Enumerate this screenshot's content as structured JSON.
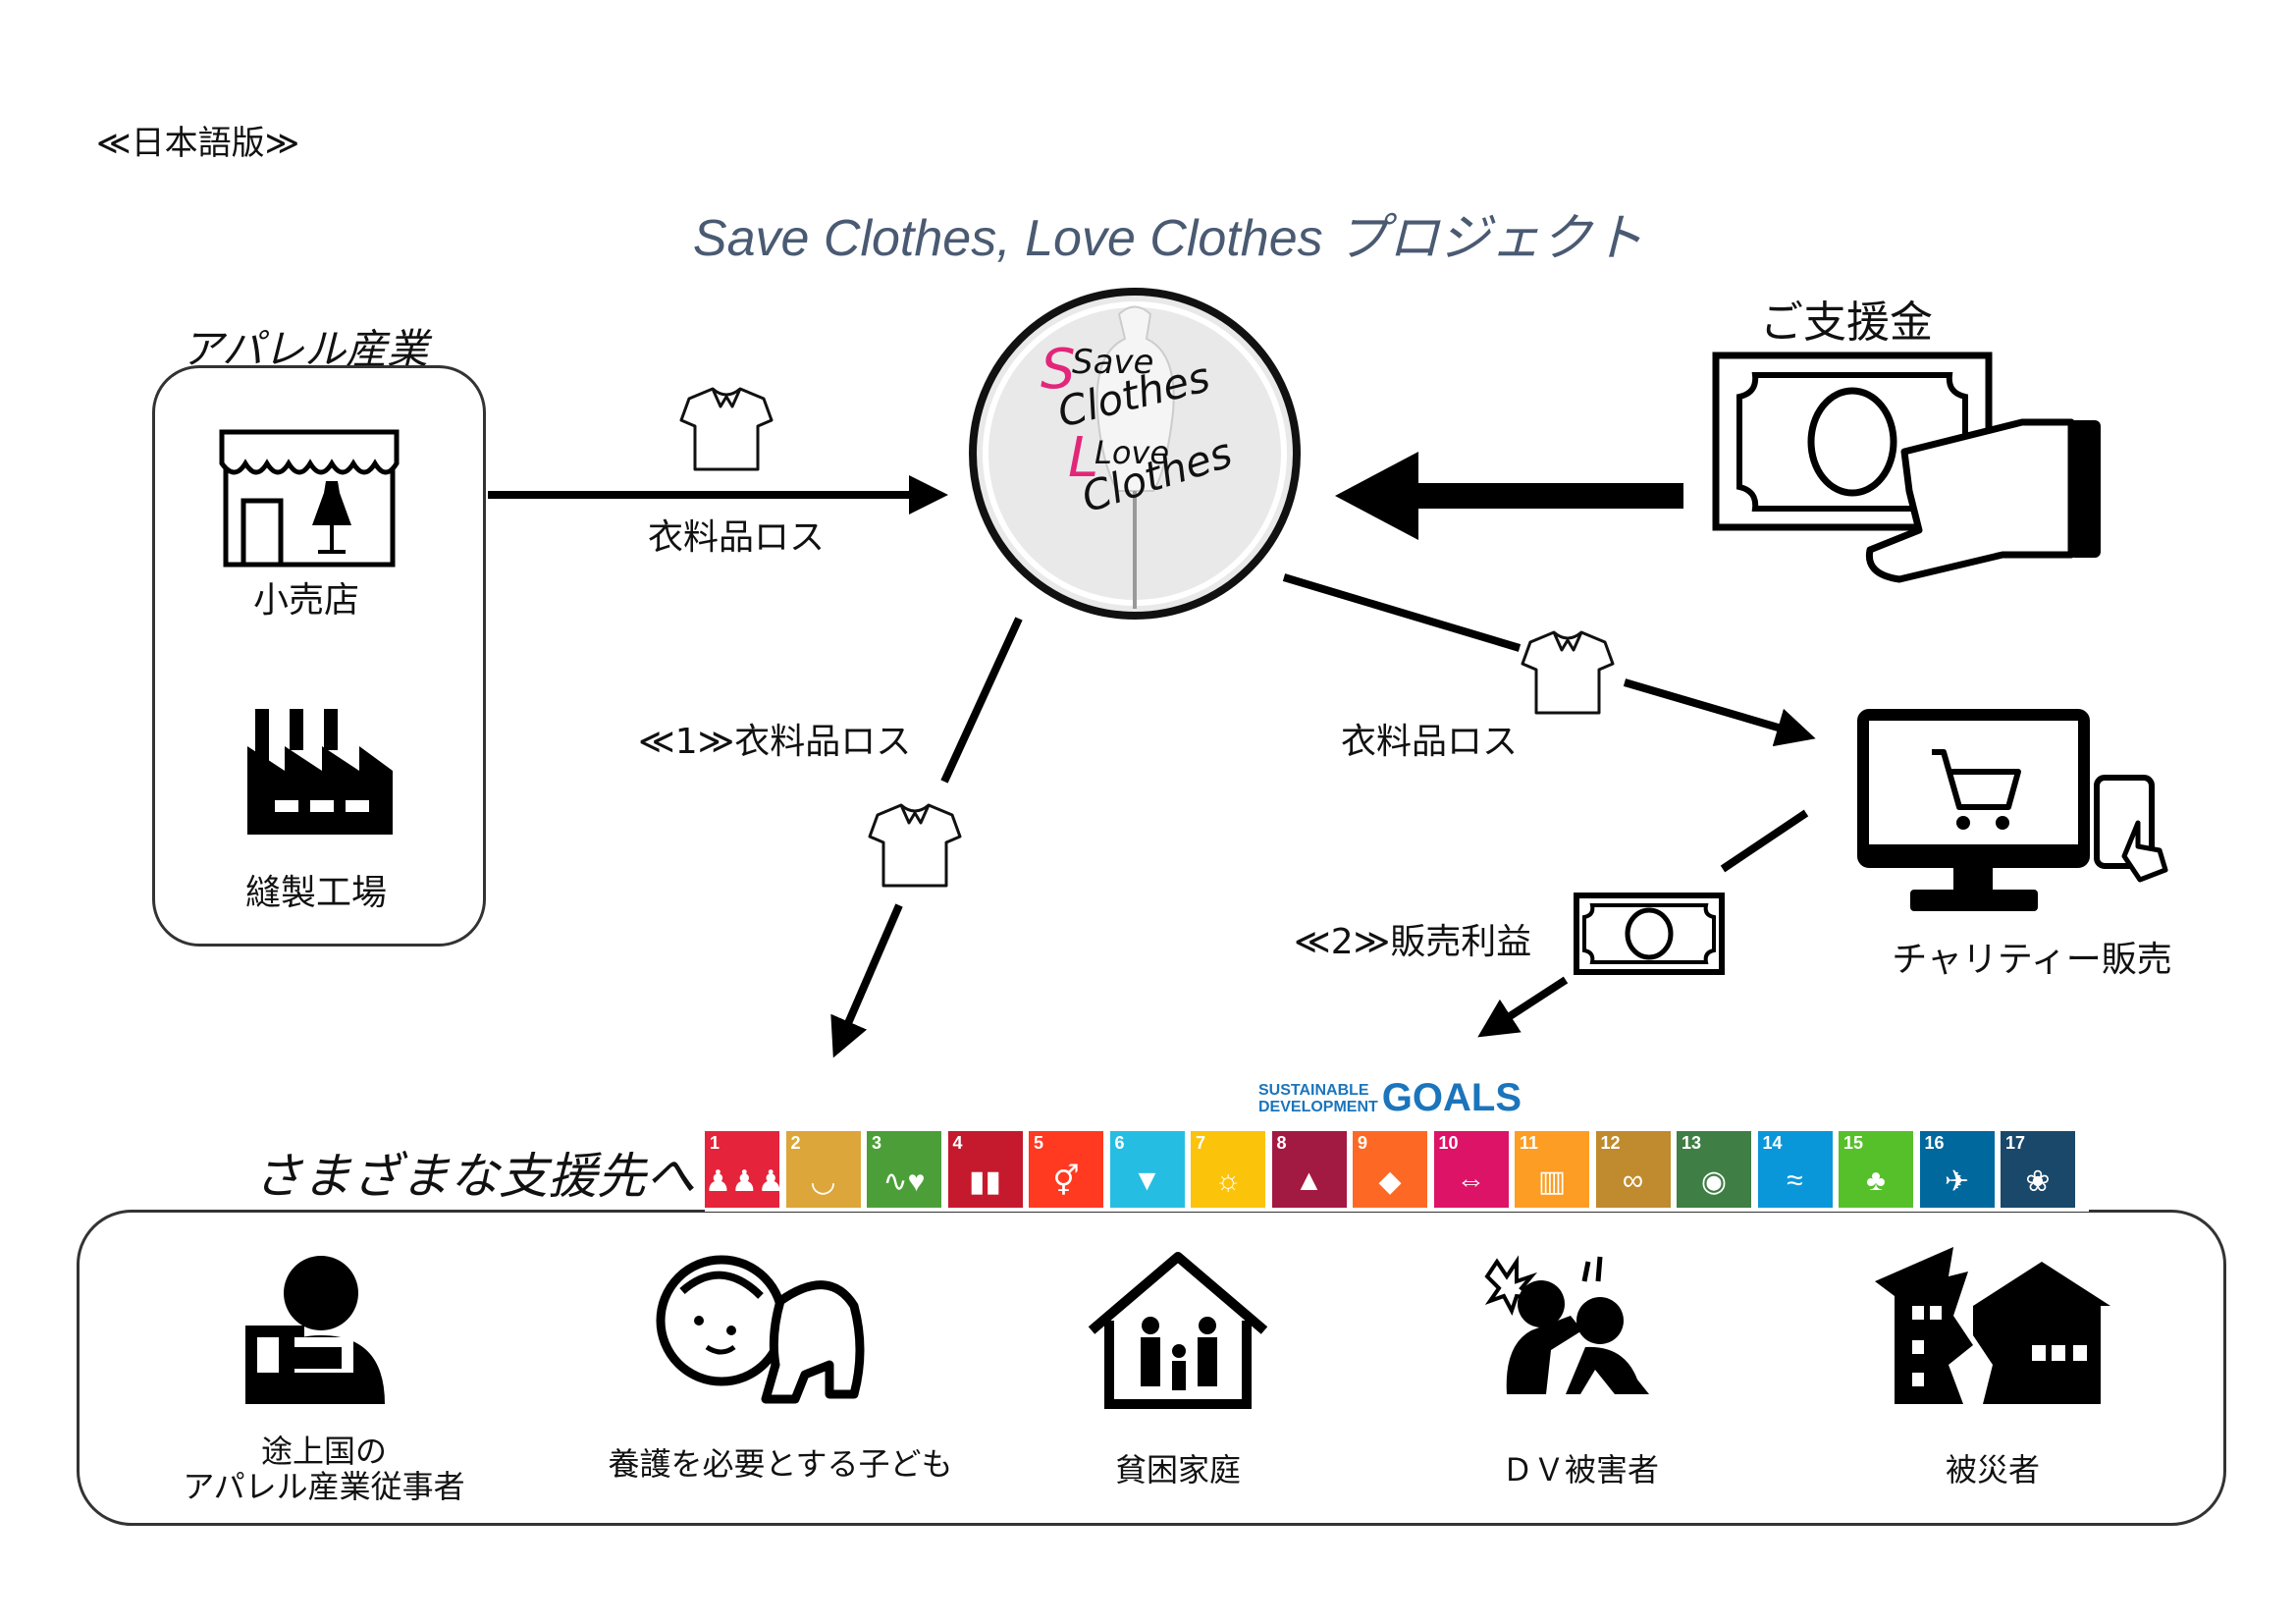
{
  "header": {
    "language_label": "≪日本語版≫",
    "title": "Save Clothes, Love Clothes  プロジェクト"
  },
  "apparel": {
    "title": "アパレル産業",
    "retail_label": "小売店",
    "factory_label": "縫製工場"
  },
  "logo": {
    "lines": [
      "Save",
      "Clothes",
      "Love",
      "Clothes"
    ],
    "accent_color": "#e2267a"
  },
  "donation": {
    "label": "ご支援金"
  },
  "flows": {
    "clothing_loss": "衣料品ロス",
    "clothing_loss_1": "≪1≫衣料品ロス",
    "clothing_loss_charity": "衣料品ロス",
    "sales_profit_2": "≪2≫販売利益"
  },
  "charity": {
    "label": "チャリティー販売"
  },
  "sdgs": {
    "logo_small_1": "SUSTAINABLE",
    "logo_small_2": "DEVELOPMENT",
    "logo_big": "GOALS",
    "goals": [
      {
        "num": "1",
        "color": "#e5243b",
        "icon": "people-icon"
      },
      {
        "num": "2",
        "color": "#dda63a",
        "icon": "bowl-icon"
      },
      {
        "num": "3",
        "color": "#4c9f38",
        "icon": "heartbeat-icon"
      },
      {
        "num": "4",
        "color": "#c5192d",
        "icon": "book-icon"
      },
      {
        "num": "5",
        "color": "#ff3a21",
        "icon": "gender-icon"
      },
      {
        "num": "6",
        "color": "#26bde2",
        "icon": "water-icon"
      },
      {
        "num": "7",
        "color": "#fcc30b",
        "icon": "sun-icon"
      },
      {
        "num": "8",
        "color": "#a21942",
        "icon": "growth-icon"
      },
      {
        "num": "9",
        "color": "#fd6925",
        "icon": "cubes-icon"
      },
      {
        "num": "10",
        "color": "#dd1367",
        "icon": "equality-icon"
      },
      {
        "num": "11",
        "color": "#fd9d24",
        "icon": "city-icon"
      },
      {
        "num": "12",
        "color": "#bf8b2e",
        "icon": "infinity-icon"
      },
      {
        "num": "13",
        "color": "#3f7e44",
        "icon": "eye-icon"
      },
      {
        "num": "14",
        "color": "#0a97d9",
        "icon": "fish-icon"
      },
      {
        "num": "15",
        "color": "#56c02b",
        "icon": "tree-icon"
      },
      {
        "num": "16",
        "color": "#00689d",
        "icon": "dove-icon"
      },
      {
        "num": "17",
        "color": "#19486a",
        "icon": "flower-icon"
      }
    ]
  },
  "support": {
    "title": "さまざまな支援先へ",
    "recipients": [
      {
        "line1": "途上国の",
        "line2": "アパレル産業従事者"
      },
      {
        "line1": "養護を必要とする子ども",
        "line2": ""
      },
      {
        "line1": "貧困家庭",
        "line2": ""
      },
      {
        "line1": "ＤＶ被害者",
        "line2": ""
      },
      {
        "line1": "被災者",
        "line2": ""
      }
    ]
  }
}
